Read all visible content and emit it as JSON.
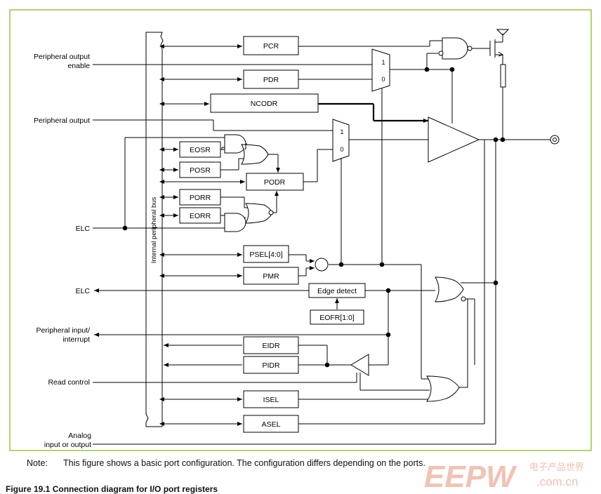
{
  "diagram": {
    "bus_label": "Internal peripheral bus",
    "registers": {
      "pcr": "PCR",
      "pdr": "PDR",
      "ncodr": "NCODR",
      "eosr": "EOSR",
      "posr": "POSR",
      "podr": "PODR",
      "porr": "PORR",
      "eorr": "EORR",
      "psel": "PSEL[4:0]",
      "pmr": "PMR",
      "edge_detect": "Edge detect",
      "eofr": "EOFR[1:0]",
      "eidr": "EIDR",
      "pidr": "PIDR",
      "isel": "ISEL",
      "asel": "ASEL"
    },
    "signals": {
      "periph_out_enable_1": "Peripheral output",
      "periph_out_enable_2": "enable",
      "periph_output": "Peripheral output",
      "elc_in": "ELC",
      "elc_out": "ELC",
      "periph_input_1": "Peripheral input/",
      "periph_input_2": "interrupt",
      "read_control": "Read control",
      "analog_1": "Analog",
      "analog_2": "input or output"
    },
    "mux_labels": {
      "one": "1",
      "zero": "0"
    }
  },
  "note": {
    "label": "Note:",
    "text": "This figure shows a basic port configuration. The configuration differs depending on the ports."
  },
  "caption": "Figure 19.1    Connection diagram for I/O port registers",
  "watermark": {
    "logo": "EEPW",
    "cn": "电子产品世界",
    "url": ".com.cn"
  },
  "colors": {
    "frame": "#9bc53d",
    "line": "#000000",
    "watermark": "#f0b8a8"
  }
}
